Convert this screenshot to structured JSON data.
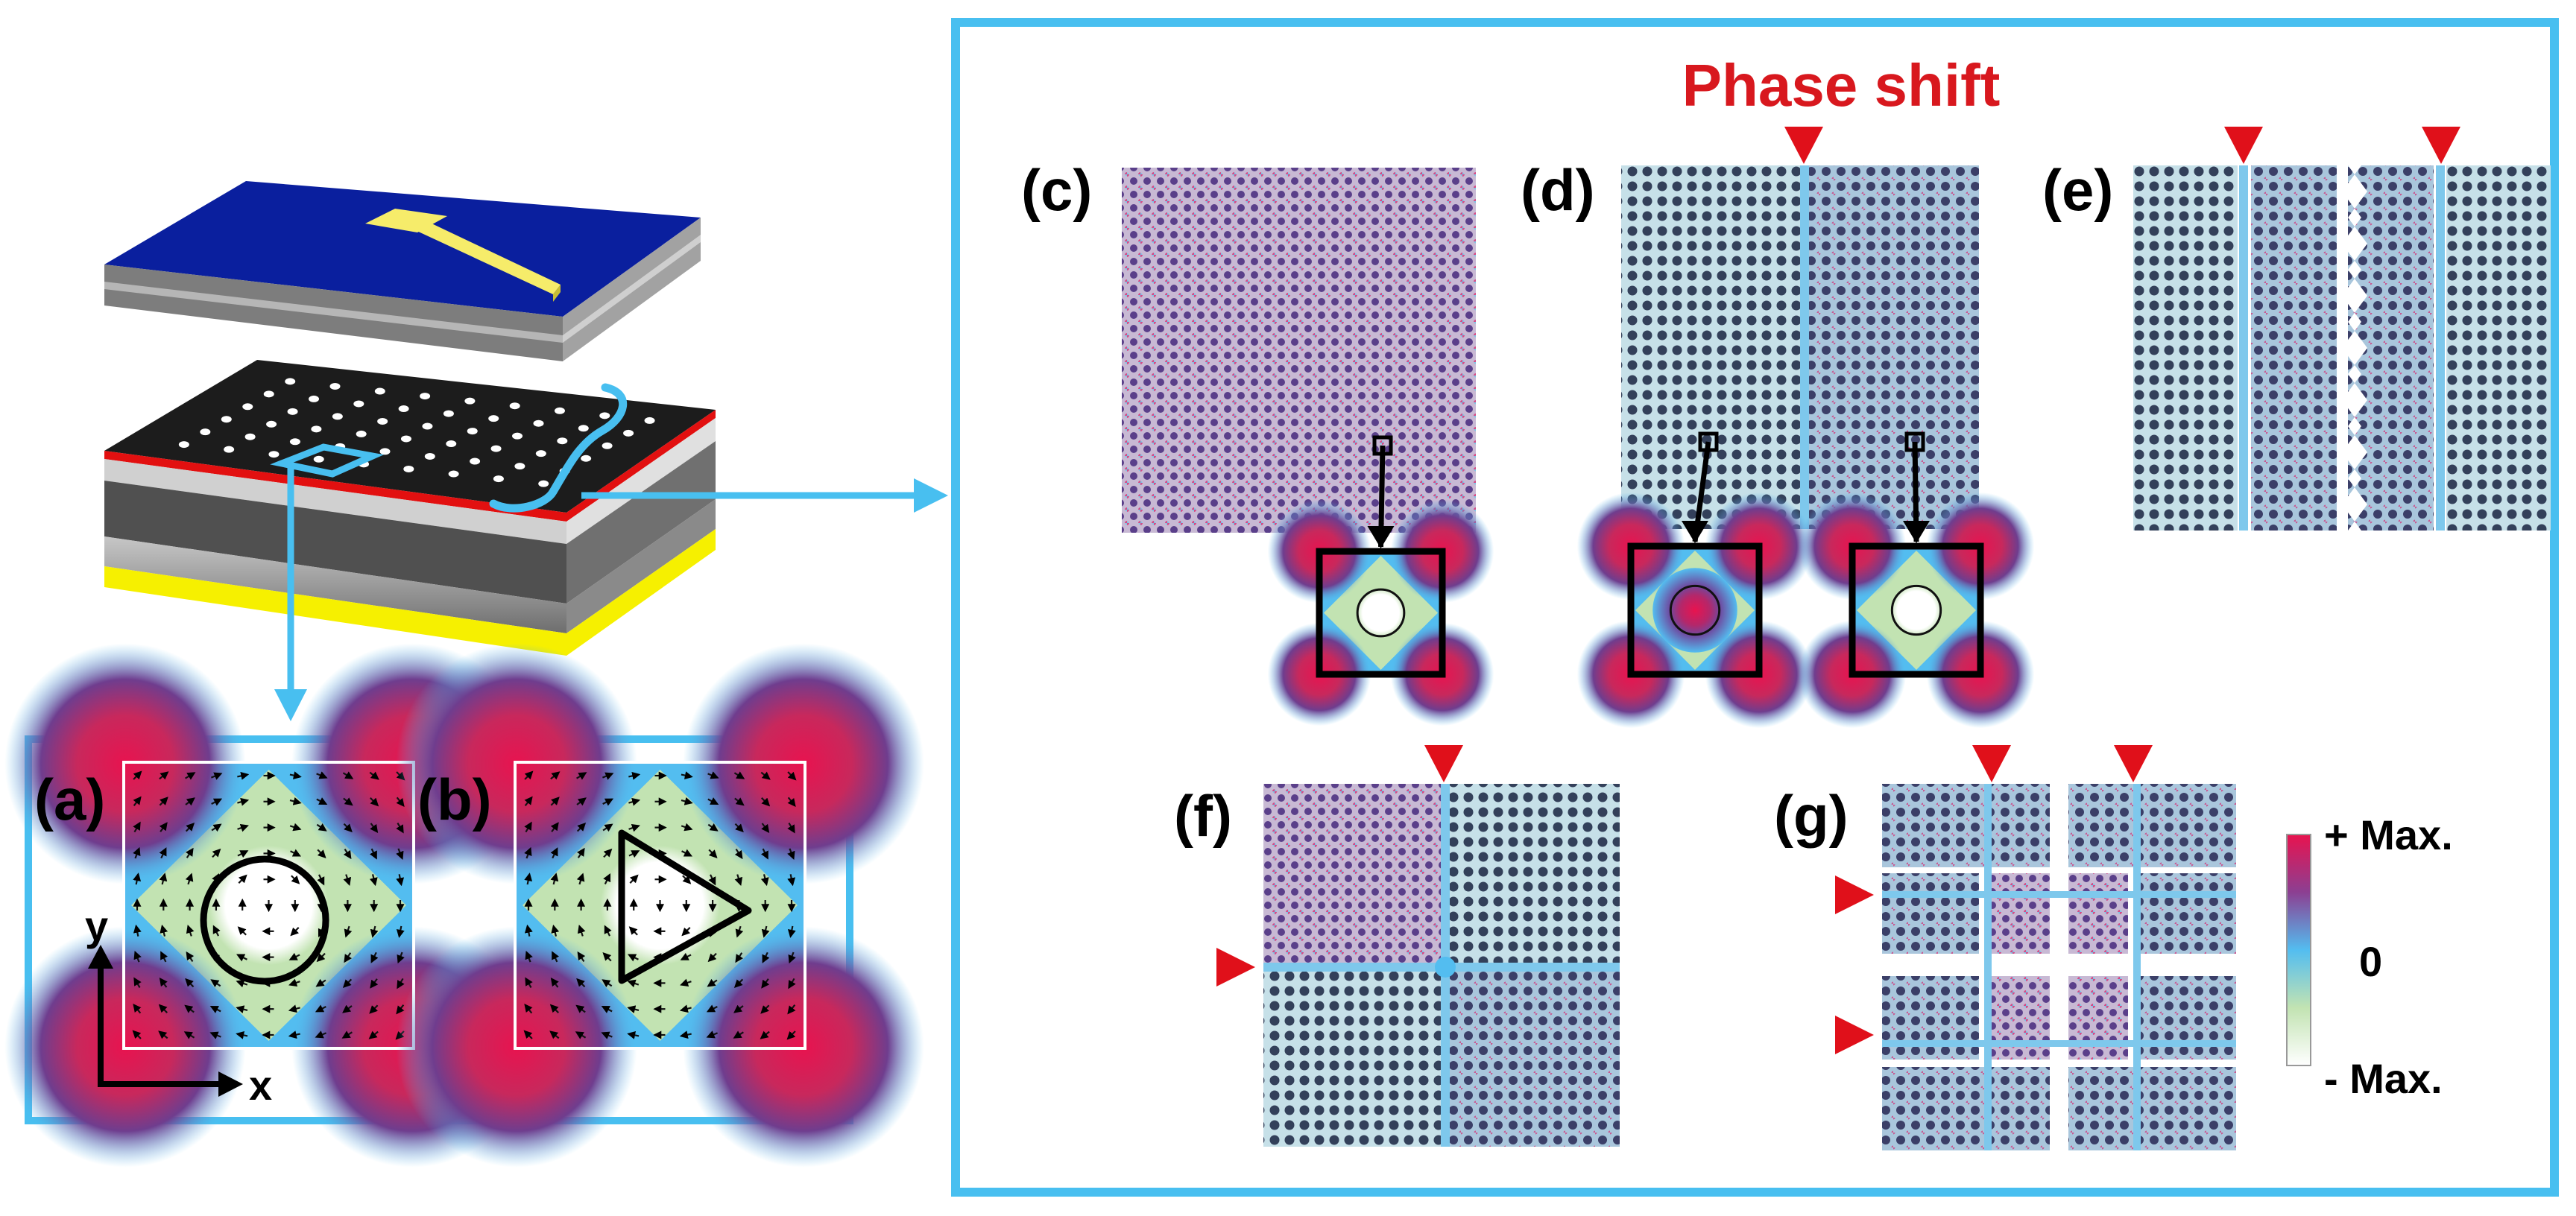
{
  "figure": {
    "title": "Phase shift",
    "panel_labels": {
      "a": "(a)",
      "b": "(b)",
      "c": "(c)",
      "d": "(d)",
      "e": "(e)",
      "f": "(f)",
      "g": "(g)"
    },
    "axes": {
      "x": "x",
      "y": "y"
    },
    "scale": {
      "max": "+ Max.",
      "zero": "0",
      "min": "- Max."
    }
  },
  "colors": {
    "frame": "#48bff0",
    "marker": "#e0101a",
    "title": "#d8181e",
    "substrate_blue": "#0a1f9e",
    "gold": "#f6ec6a",
    "scale_stops": [
      "#e8134f",
      "#8c3f92",
      "#53bdf0",
      "#c2e3b2",
      "#ffffff"
    ]
  },
  "icons": {
    "marker": "red-triangle-marker-icon",
    "arrow": "black-arrow-icon",
    "connector": "blue-arrow-icon"
  }
}
